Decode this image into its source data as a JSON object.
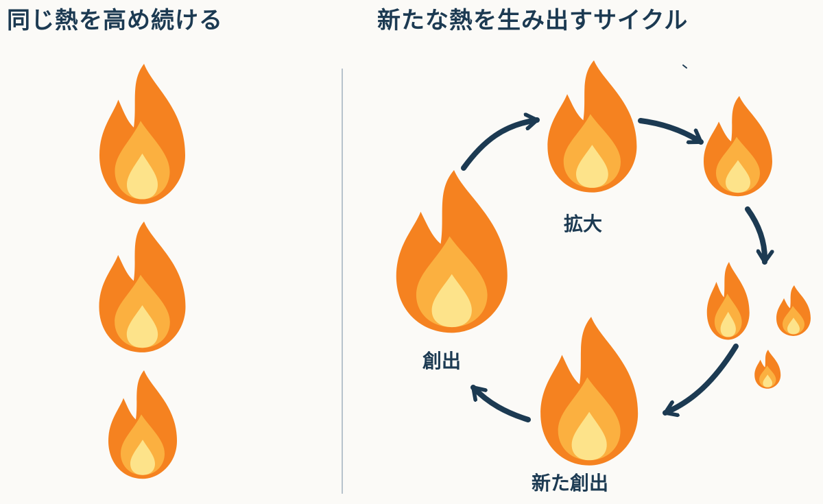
{
  "left_panel": {
    "title": "同じ熱を高め続ける"
  },
  "right_panel": {
    "title": "新たな熱を生み出すサイクル",
    "labels": {
      "expand": "拡大",
      "create": "創出",
      "new_create": "新た創出"
    }
  },
  "colors": {
    "heading": "#1c3a52",
    "arrow": "#1c3a52",
    "flame_outer": "#f58220",
    "flame_middle": "#fbb040",
    "flame_inner": "#fde38a",
    "divider": "#b7c2cc",
    "background": "#fbfaf7"
  },
  "icons": [
    "flame-icon",
    "arrow-icon"
  ]
}
